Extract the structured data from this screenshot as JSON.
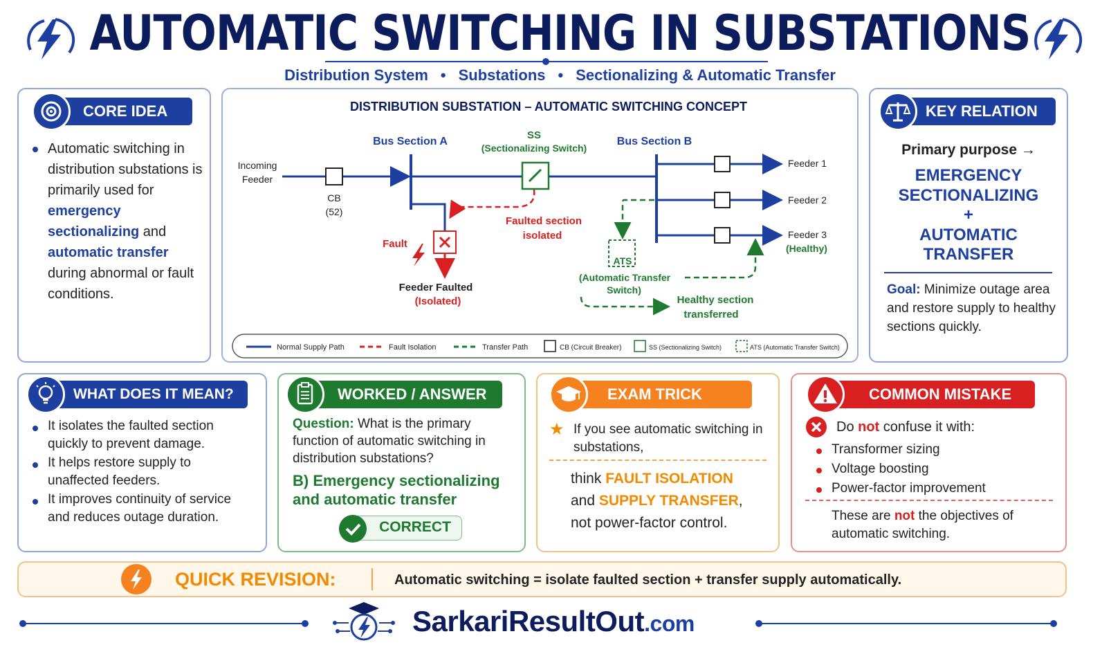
{
  "header": {
    "title": "AUTOMATIC SWITCHING IN SUBSTATIONS",
    "subtitle_items": [
      "Distribution System",
      "Substations",
      "Sectionalizing & Automatic Transfer"
    ],
    "separator": "•"
  },
  "core_idea": {
    "heading": "CORE IDEA",
    "text_parts": [
      "Automatic switching in distribution substations is primarily used for ",
      "emergency sectionalizing",
      " and ",
      "automatic transfer",
      " during abnormal or fault conditions."
    ]
  },
  "diagram": {
    "title": "DISTRIBUTION SUBSTATION – AUTOMATIC SWITCHING CONCEPT",
    "incoming_line1": "Incoming",
    "incoming_line2": "Feeder",
    "cb_line1": "CB",
    "cb_line2": "(52)",
    "bus_a": "Bus Section A",
    "bus_b": "Bus Section B",
    "ss_line1": "SS",
    "ss_line2": "(Sectionalizing Switch)",
    "fault": "Fault",
    "feeder_faulted_line1": "Feeder Faulted",
    "feeder_faulted_line2": "(Isolated)",
    "faulted_section_line1": "Faulted section",
    "faulted_section_line2": "isolated",
    "ats": "ATS",
    "ats_full_line1": "(Automatic Transfer",
    "ats_full_line2": "Switch)",
    "healthy_line1": "Healthy section",
    "healthy_line2": "transferred",
    "feeder1": "Feeder 1",
    "feeder2": "Feeder 2",
    "feeder3": "Feeder 3",
    "feeder3_note": "(Healthy)",
    "legend": {
      "normal": "Normal Supply Path",
      "fault": "Fault Isolation",
      "transfer": "Transfer Path",
      "cb": "CB (Circuit Breaker)",
      "ss": "SS (Sectionalizing Switch)",
      "ats": "ATS (Automatic Transfer Switch)"
    },
    "colors": {
      "normal": "#1d3fa0",
      "fault": "#d82020",
      "transfer": "#1d7a2e"
    }
  },
  "key_relation": {
    "heading": "KEY RELATION",
    "primary": "Primary purpose →",
    "line1": "EMERGENCY",
    "line2": "SECTIONALIZING",
    "plus": "+",
    "line3": "AUTOMATIC",
    "line4": "TRANSFER",
    "goal_label": "Goal:",
    "goal_text": " Minimize outage area and restore supply to healthy sections quickly."
  },
  "meaning": {
    "heading": "WHAT DOES IT MEAN?",
    "items": [
      "It isolates the faulted section quickly to prevent damage.",
      "It helps restore supply to unaffected feeders.",
      "It improves continuity of service and reduces outage duration."
    ]
  },
  "worked": {
    "heading": "WORKED / ANSWER",
    "q_label": "Question:",
    "q_text": " What is the primary function of automatic switching in distribution substations?",
    "answer": "B) Emergency sectionalizing and automatic transfer",
    "correct": "CORRECT"
  },
  "exam": {
    "heading": "EXAM TRICK",
    "line1": "If you see automatic switching in substations,",
    "think": "think ",
    "fault_iso": "FAULT ISOLATION",
    "and": "and ",
    "supply": "SUPPLY TRANSFER",
    "comma": ",",
    "not_pf": "not power-factor control."
  },
  "mistake": {
    "heading": "COMMON MISTAKE",
    "intro_a": "Do ",
    "intro_not": "not",
    "intro_b": " confuse it with:",
    "items": [
      "Transformer sizing",
      "Voltage boosting",
      "Power-factor improvement"
    ],
    "footer_a": "These are ",
    "footer_not": "not",
    "footer_b": " the objectives of automatic switching."
  },
  "revision": {
    "label": "QUICK REVISION:",
    "text": "Automatic switching = isolate faulted section + transfer supply automatically."
  },
  "footer": {
    "brand": "SarkariResultOut",
    "tld": ".com"
  }
}
